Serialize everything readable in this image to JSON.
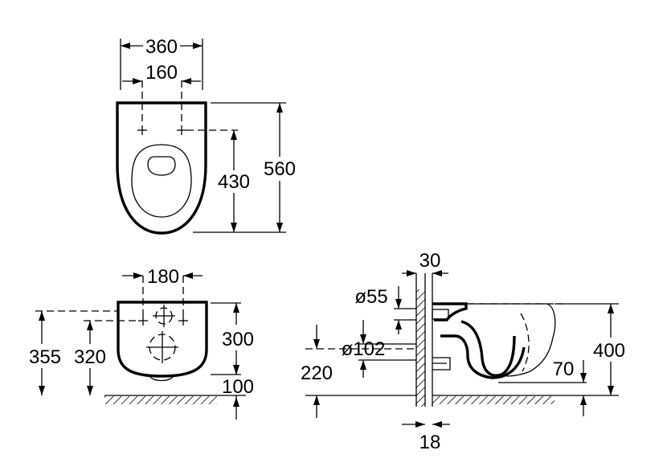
{
  "top_view": {
    "overall_width": "360",
    "fixing_centers": "160",
    "fixing_depth": "430",
    "overall_length": "560"
  },
  "front_view": {
    "fixing_centers": "180",
    "total_height": "355",
    "fixing_height": "320",
    "bowl_height": "300",
    "floor_clearance": "100"
  },
  "side_view": {
    "wall_offset": "30",
    "inlet_diameter": "ø55",
    "outlet_diameter": "ø102",
    "outlet_height": "220",
    "rim_height": "400",
    "trap_depth": "70",
    "wall_thickness": "18"
  }
}
